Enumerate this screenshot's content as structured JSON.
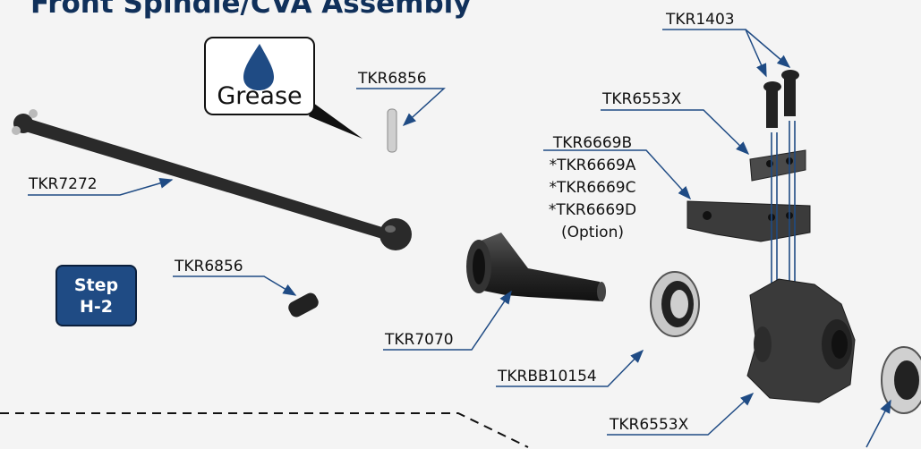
{
  "title": "Front Spindle/CVA Assembly",
  "step": {
    "line1": "Step",
    "line2": "H-2"
  },
  "callout": {
    "label": "Grease",
    "icon": "drop-icon"
  },
  "labels": {
    "tkr1403": "TKR1403",
    "tkr6553x_top": "TKR6553X",
    "tkr6669b": "TKR6669B",
    "tkr6669a": "*TKR6669A",
    "tkr6669c": "*TKR6669C",
    "tkr6669d": "*TKR6669D",
    "option": "(Option)",
    "tkr6856_top": "TKR6856",
    "tkr7272": "TKR7272",
    "tkr6856_bottom": "TKR6856",
    "tkr7070": "TKR7070",
    "tkrbb10154": "TKRBB10154",
    "tkr6553x_bottom": "TKR6553X"
  },
  "colors": {
    "accent": "#1f4b84",
    "leader": "#1f4b84",
    "part": "#2a2a2a"
  }
}
